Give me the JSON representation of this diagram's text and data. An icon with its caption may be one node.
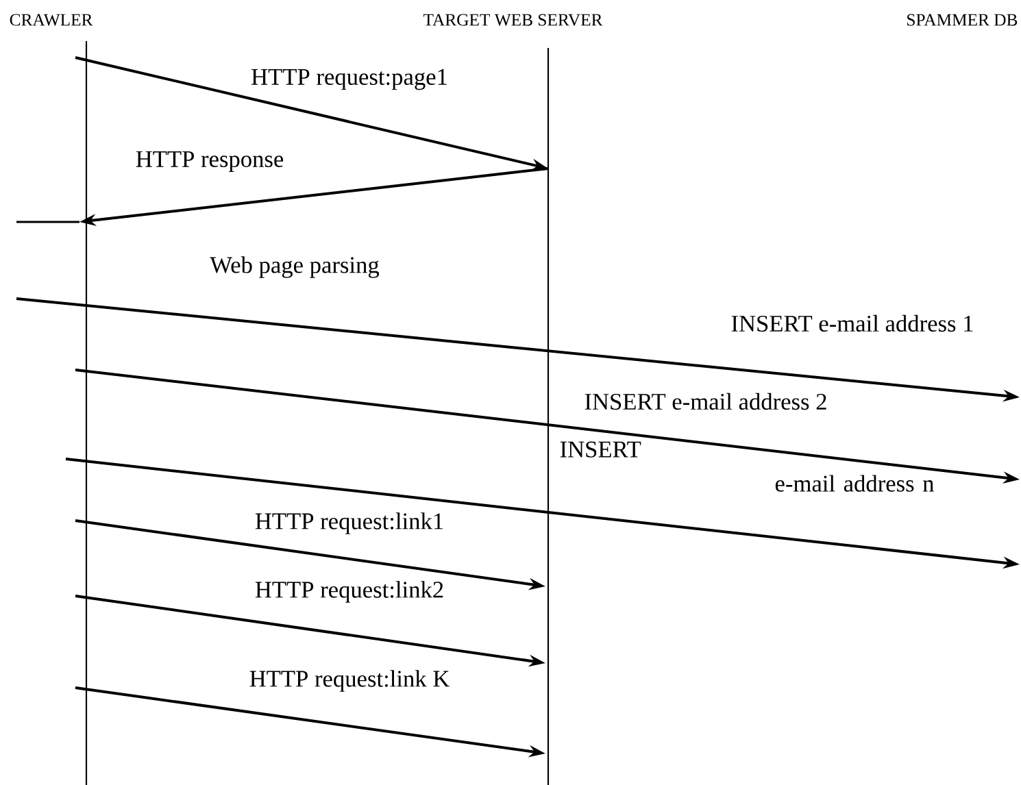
{
  "diagram": {
    "nodes": [
      {
        "text": [
          "CRAWLER"
        ]
      },
      {
        "text": [
          "TARGET WEB SERVER"
        ]
      },
      {
        "text": [
          "SPAMMER DB"
        ]
      }
    ],
    "edges": [
      {
        "from": 0,
        "to": 1,
        "arrow": "to",
        "label": "HTTP request:page1"
      },
      {
        "from": 1,
        "to": 0,
        "arrow": "to",
        "label": "HTTP response"
      },
      {
        "from": 0,
        "to": null,
        "arrow": "to",
        "label": "INSERT e-mail address 1"
      },
      {
        "from": 0,
        "to": null,
        "arrow": "to",
        "label": "INSERT e-mail address 2"
      },
      {
        "from": 0,
        "to": null,
        "arrow": "to",
        "label": "INSERT e-mail address n"
      },
      {
        "from": 0,
        "to": 1,
        "arrow": "to",
        "label": "HTTP request:link1"
      },
      {
        "from": 0,
        "to": 1,
        "arrow": "to",
        "label": "HTTP request:link2"
      },
      {
        "from": 0,
        "to": 1,
        "arrow": "to",
        "label": "HTTP request:link K"
      }
    ],
    "labels": [
      "Web page parsing"
    ]
  }
}
